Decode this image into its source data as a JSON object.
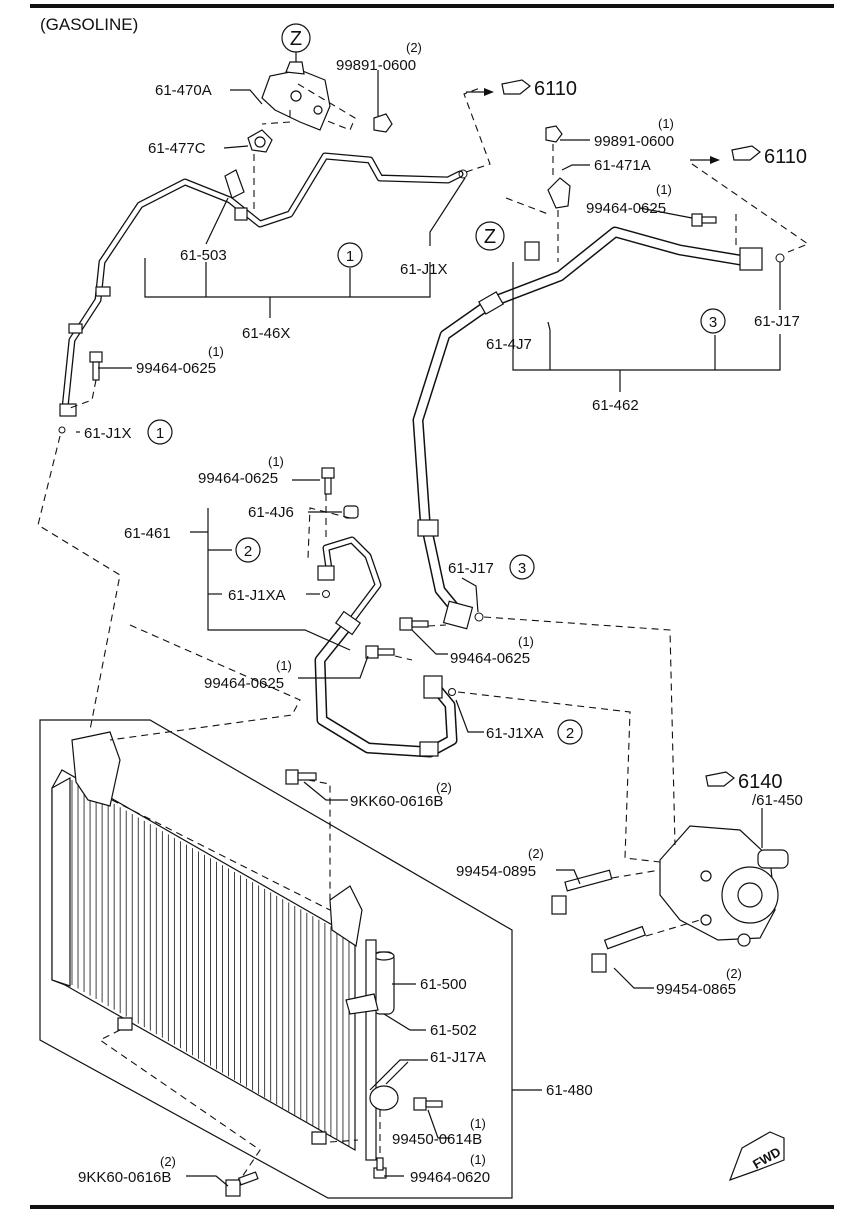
{
  "header": {
    "title": "(GASOLINE)"
  },
  "callouts": [
    {
      "id": "c_z_top",
      "text": "Z"
    },
    {
      "id": "c_z_mid",
      "text": "Z"
    },
    {
      "id": "c_1a",
      "text": "1"
    },
    {
      "id": "c_1b",
      "text": "1"
    },
    {
      "id": "c_2a",
      "text": "2"
    },
    {
      "id": "c_2b",
      "text": "2"
    },
    {
      "id": "c_3a",
      "text": "3"
    },
    {
      "id": "c_3b",
      "text": "3"
    }
  ],
  "parts": {
    "p_99891_top": {
      "qty": "(2)",
      "num": "99891-0600"
    },
    "p_61470A": {
      "num": "61-470A"
    },
    "p_61477C": {
      "num": "61-477C"
    },
    "p_61503": {
      "num": "61-503"
    },
    "p_61J1X_top": {
      "num": "61-J1X"
    },
    "p_61_46X": {
      "num": "61-46X"
    },
    "p_99464_a": {
      "qty": "(1)",
      "num": "99464-0625"
    },
    "p_61J1X_left": {
      "num": "61-J1X"
    },
    "p_99891_right": {
      "qty": "(1)",
      "num": "99891-0600"
    },
    "p_61471A": {
      "num": "61-471A"
    },
    "p_99464_b": {
      "qty": "(1)",
      "num": "99464-0625"
    },
    "p_61J17_top": {
      "num": "61-J17"
    },
    "p_614J7": {
      "num": "61-4J7"
    },
    "p_61462": {
      "num": "61-462"
    },
    "p_99464_c": {
      "qty": "(1)",
      "num": "99464-0625"
    },
    "p_614J6": {
      "num": "61-4J6"
    },
    "p_61461": {
      "num": "61-461"
    },
    "p_61J1XA_mid": {
      "num": "61-J1XA"
    },
    "p_61J17_mid": {
      "num": "61-J17"
    },
    "p_99464_d": {
      "qty": "(1)",
      "num": "99464-0625"
    },
    "p_99464_e": {
      "qty": "(1)",
      "num": "99464-0625"
    },
    "p_61J1XA_right": {
      "num": "61-J1XA"
    },
    "p_9KK60_a": {
      "qty": "(2)",
      "num": "9KK60-0616B"
    },
    "p_61450": {
      "num": "/61-450"
    },
    "p_99454_0895": {
      "qty": "(2)",
      "num": "99454-0895"
    },
    "p_99454_0865": {
      "qty": "(2)",
      "num": "99454-0865"
    },
    "p_61500": {
      "num": "61-500"
    },
    "p_61502": {
      "num": "61-502"
    },
    "p_61J17A": {
      "num": "61-J17A"
    },
    "p_61480": {
      "num": "61-480"
    },
    "p_99450": {
      "qty": "(1)",
      "num": "99450-0614B"
    },
    "p_99464_0620": {
      "qty": "(1)",
      "num": "99464-0620"
    },
    "p_9KK60_b": {
      "qty": "(2)",
      "num": "9KK60-0616B"
    }
  },
  "refs": {
    "ref_6110_a": "6110",
    "ref_6110_b": "6110",
    "ref_6140": "6140"
  },
  "fwd": "FWD"
}
